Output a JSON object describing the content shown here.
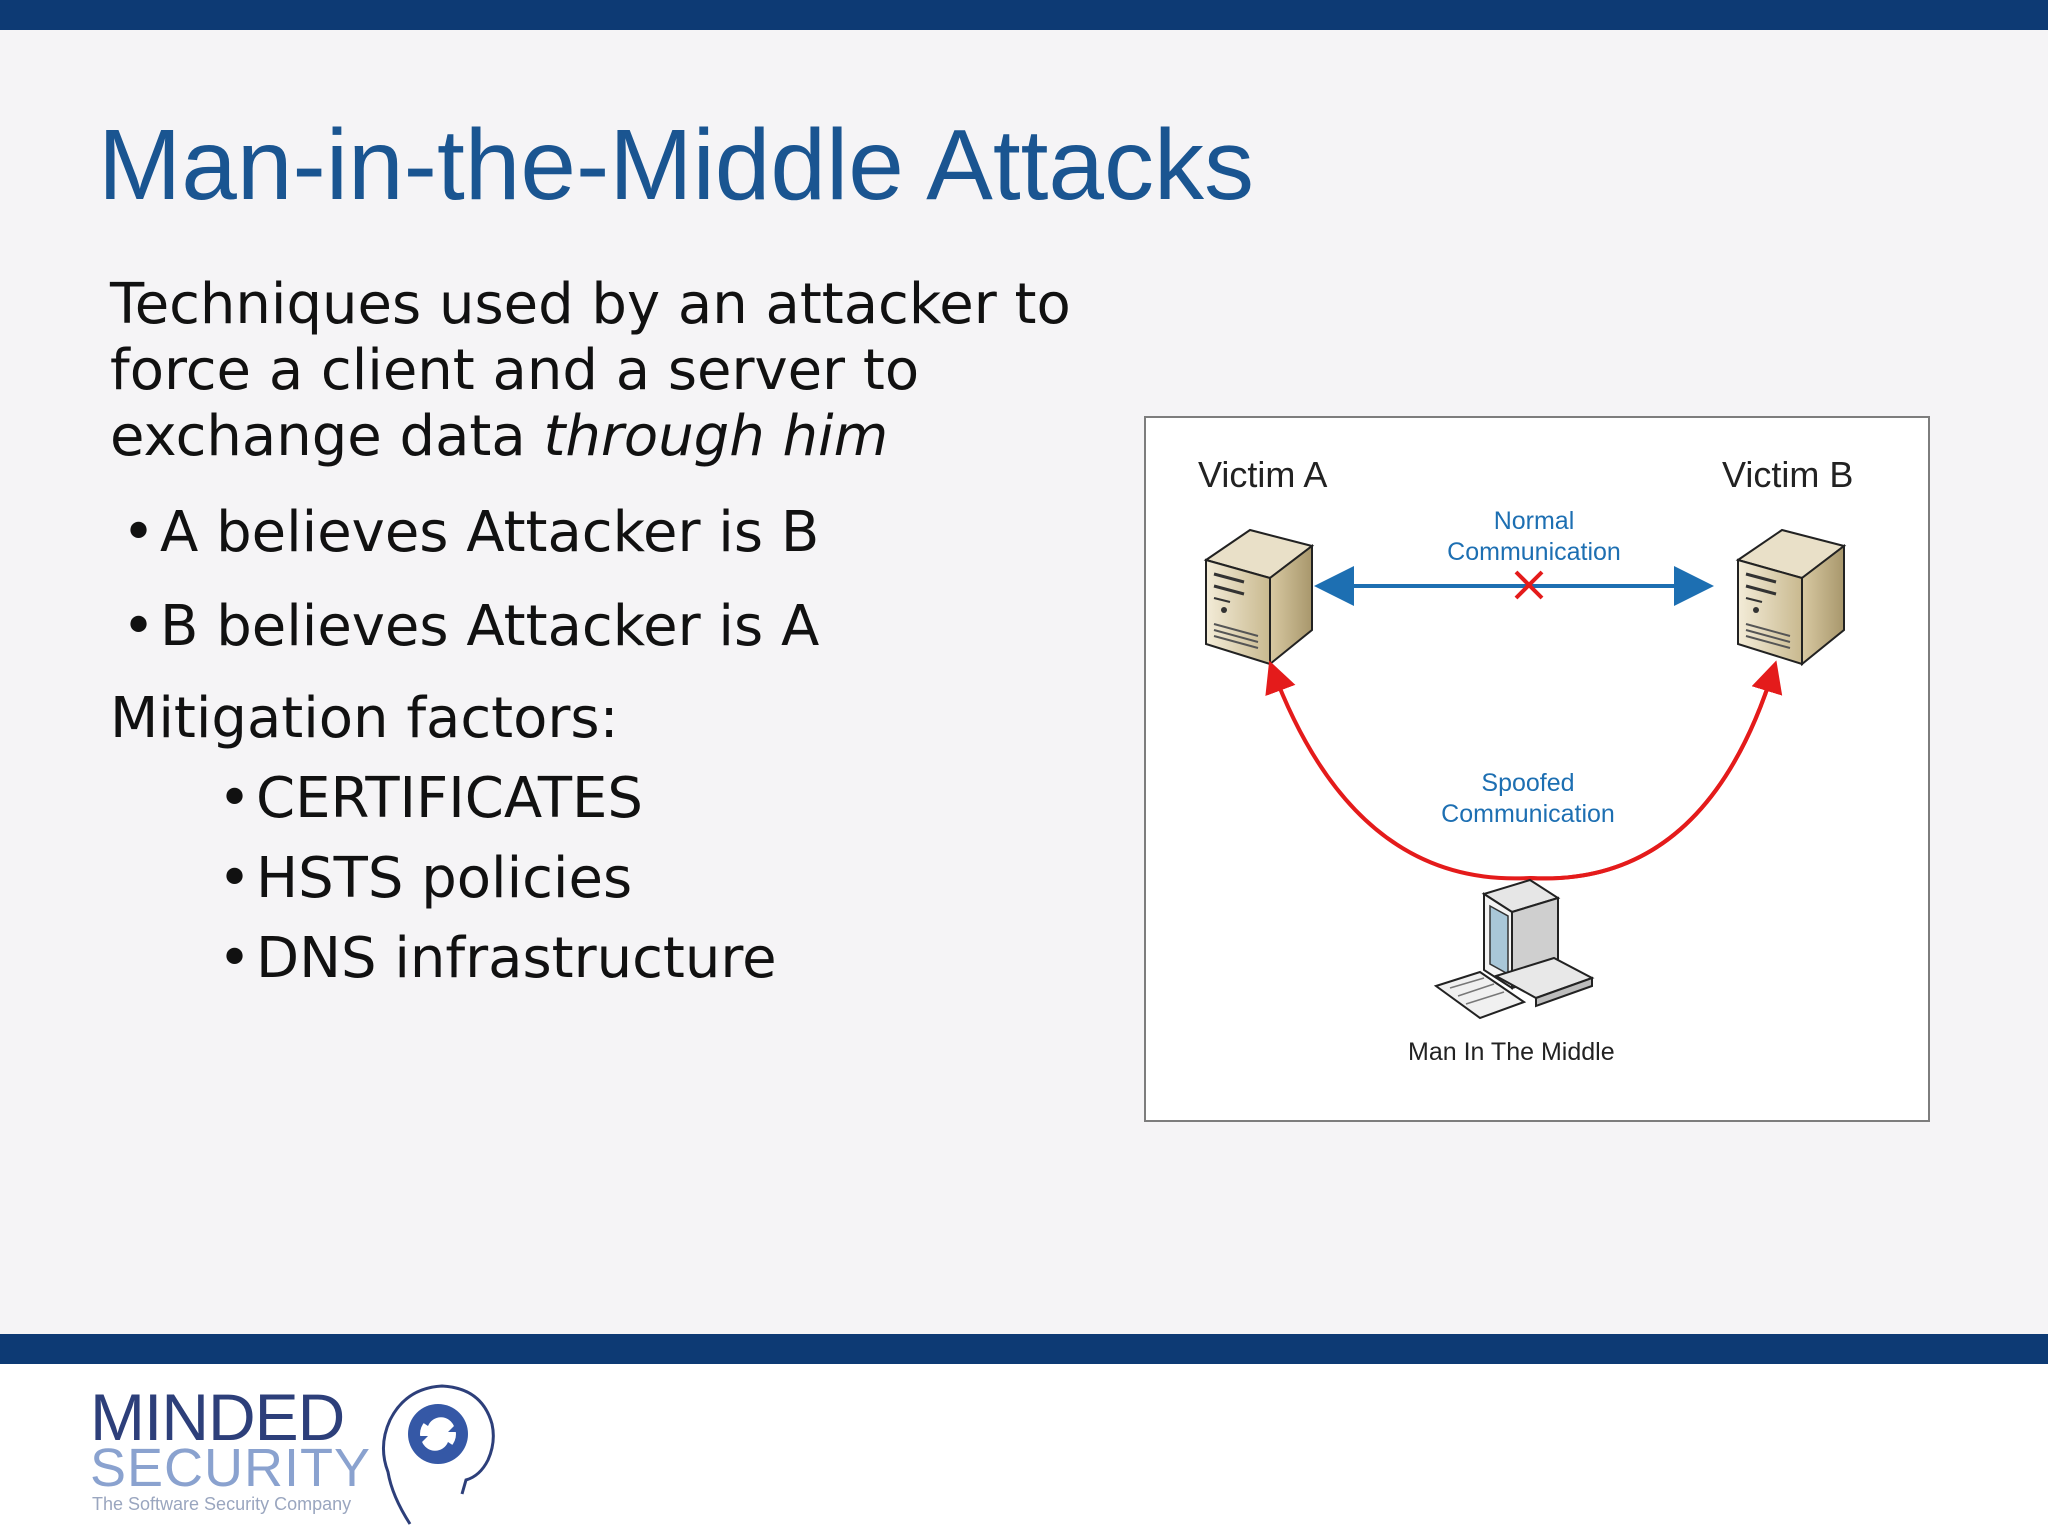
{
  "slide": {
    "title": "Man-in-the-Middle Attacks",
    "intro_plain": "Techniques used by an attacker to force a client and a server to exchange data ",
    "intro_italic": "through him",
    "bullets": [
      "A believes Attacker is B",
      "B believes Attacker is A"
    ],
    "mitigation_heading": "Mitigation factors:",
    "mitigation_items": [
      "CERTIFICATES",
      "HSTS policies",
      "DNS infrastructure"
    ],
    "bullet_glyph": "•"
  },
  "diagram": {
    "victim_a": "Victim A",
    "victim_b": "Victim B",
    "normal_line1": "Normal",
    "normal_line2": "Communication",
    "spoofed_line1": "Spoofed",
    "spoofed_line2": "Communication",
    "mitm_label": "Man In The Middle",
    "colors": {
      "normal_arrow": "#1d6fb2",
      "spoofed_arrow": "#e41b1b",
      "cross": "#e41b1b"
    }
  },
  "logo": {
    "line1": "MINDED",
    "line2": "SECURITY",
    "tagline": "The Software Security Company"
  },
  "theme": {
    "bar": "#0d3a74",
    "title": "#1a5591"
  }
}
